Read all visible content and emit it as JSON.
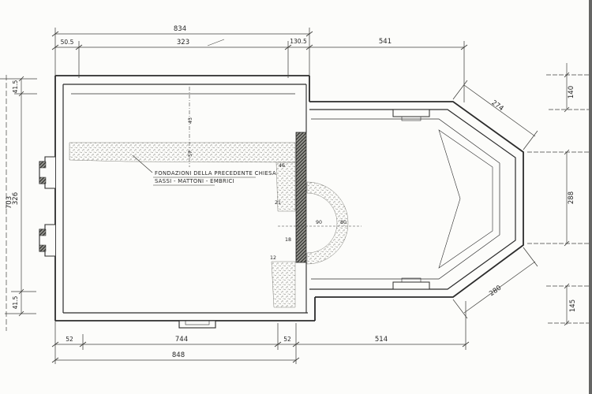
{
  "document": {
    "kind": "scanned architectural survey drawing - church floor plan",
    "ink_color": "#2b2b2b",
    "paper_color": "#fcfcfa"
  },
  "annotation": {
    "line1": "FONDAZIONI DELLA PRECEDENTE CHIESA",
    "line2": "SASSI - MATTONI - EMBRICI"
  },
  "dims": {
    "top_total": "834",
    "top_left": "50.5",
    "top_nave": "323",
    "top_junction": "130.5",
    "top_chancel": "541",
    "left_overall": "703",
    "left_wall_top": "41.5",
    "left_interior": "326",
    "left_wall_bottom": "41.5",
    "right_upper": "140",
    "right_apse": "288",
    "right_lower": "145",
    "apse_diag_upper": "274",
    "apse_diag_lower": "280",
    "bottom_wall_left": "52",
    "bottom_interior": "744",
    "bottom_wall_right": "52",
    "bottom_chancel": "514",
    "bottom_total": "848",
    "nave_strip_width": "43",
    "foundation_band_width": "57",
    "wall_a": "46",
    "wall_b": "21",
    "arch_left": "90",
    "arch_right": "80",
    "wall_c": "18",
    "wall_d": "12"
  }
}
